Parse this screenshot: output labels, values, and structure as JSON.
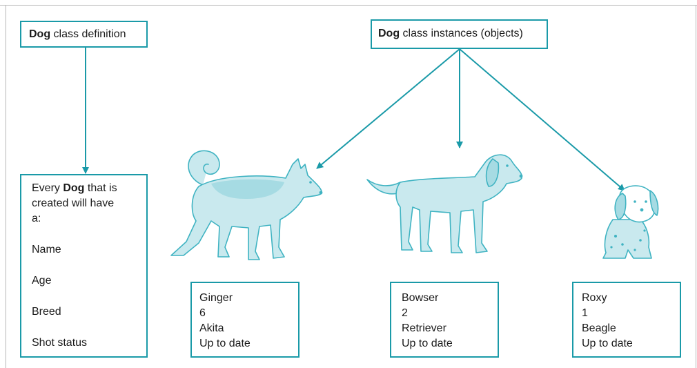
{
  "class_definition": {
    "keyword": "Dog",
    "suffix": " class definition"
  },
  "class_instances": {
    "keyword": "Dog",
    "suffix": " class instances (objects)"
  },
  "definition_box": {
    "intro_prefix": "Every ",
    "intro_keyword": "Dog",
    "intro_line1_suffix": " that is",
    "intro_line2": "created will have",
    "intro_line3": "a:",
    "fields": [
      "Name",
      "Age",
      "Breed",
      "Shot status"
    ]
  },
  "instances": [
    {
      "name": "Ginger",
      "age": "6",
      "breed": "Akita",
      "shots": "Up to date"
    },
    {
      "name": "Bowser",
      "age": "2",
      "breed": "Retriever",
      "shots": "Up to date"
    },
    {
      "name": "Roxy",
      "age": "1",
      "breed": "Beagle",
      "shots": "Up to date"
    }
  ],
  "colors": {
    "accent": "#1a9aa8",
    "dog_fill": "#c9e9ee",
    "dog_shade": "#a6dbe3",
    "dog_outline": "#3fb3c2"
  }
}
